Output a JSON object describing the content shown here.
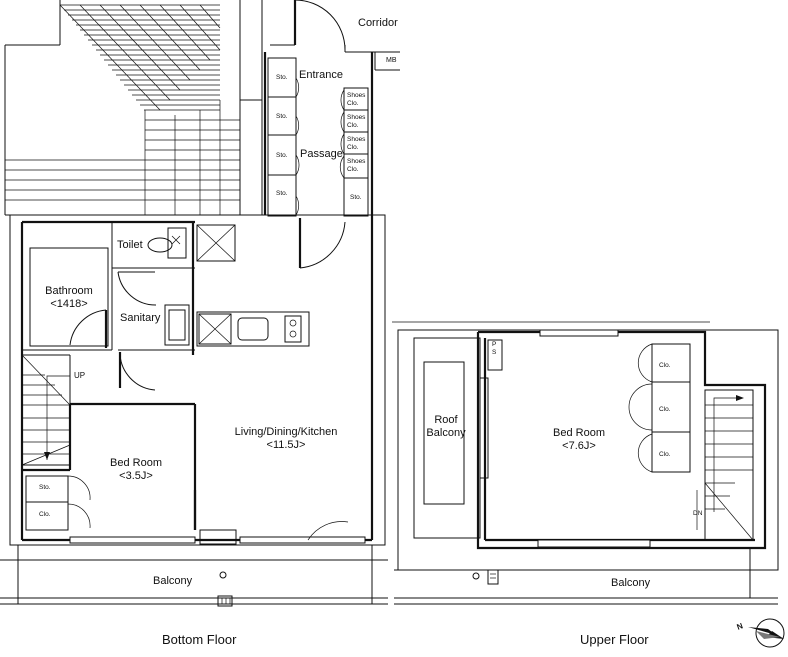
{
  "bottom_floor": {
    "caption": "Bottom Floor",
    "rooms": {
      "corridor": "Corridor",
      "mb": "MB",
      "entrance": "Entrance",
      "passage": "Passage",
      "toilet": "Toilet",
      "bathroom": "Bathroom",
      "bathroom_size": "<1418>",
      "sanitary": "Sanitary",
      "living": "Living/Dining/Kitchen",
      "living_size": "<11.5J>",
      "bedroom": "Bed Room",
      "bedroom_size": "<3.5J>",
      "balcony": "Balcony",
      "up": "UP"
    },
    "storage": {
      "sto": "Sto.",
      "shoes_a": "Shoes",
      "shoes_b": "Clo.",
      "clo": "Clo."
    }
  },
  "upper_floor": {
    "caption": "Upper Floor",
    "rooms": {
      "roof_balcony_a": "Roof",
      "roof_balcony_b": "Balcony",
      "bedroom": "Bed Room",
      "bedroom_size": "<7.6J>",
      "balcony": "Balcony",
      "ps_p": "P",
      "ps_s": "S",
      "dn": "DN",
      "clo": "Clo."
    }
  },
  "compass": {
    "north": "N"
  },
  "icons": [
    "door-swing-icon",
    "stair-icon",
    "compass-icon",
    "toilet-icon",
    "sink-icon",
    "stove-icon"
  ]
}
